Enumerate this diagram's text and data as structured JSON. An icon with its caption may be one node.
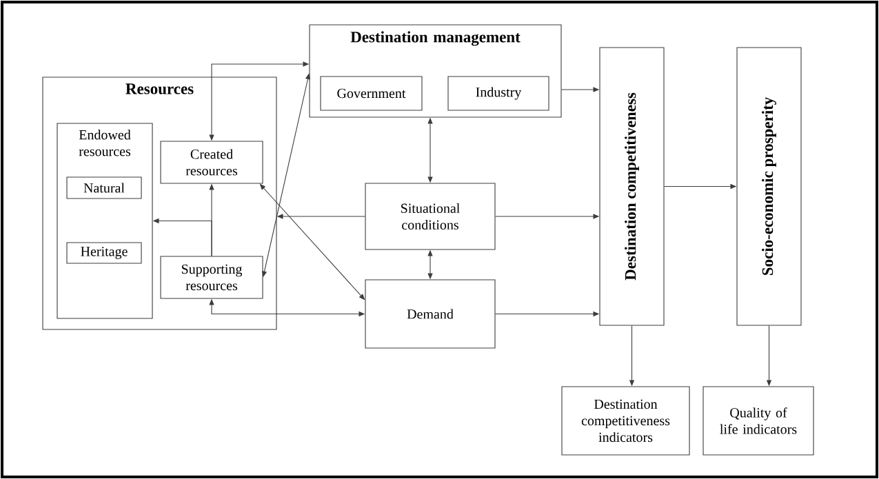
{
  "diagram": {
    "nodes": [
      {
        "text": [
          "Resources"
        ]
      },
      {
        "text": [
          "Endowed resources"
        ],
        "in": 0
      },
      {
        "text": [
          "Natural"
        ],
        "in": 1
      },
      {
        "text": [
          "Heritage"
        ],
        "in": 1
      },
      {
        "text": [
          "Created resources"
        ],
        "in": 0
      },
      {
        "text": [
          "Supporting resources"
        ],
        "in": 0
      },
      {
        "text": [
          "Destination management"
        ]
      },
      {
        "text": [
          "Government"
        ],
        "in": 6
      },
      {
        "text": [
          "Industry"
        ],
        "in": 6
      },
      {
        "text": [
          "Situational conditions"
        ]
      },
      {
        "text": [
          "Demand"
        ]
      },
      {
        "text": [
          "Destination competitiveness"
        ]
      },
      {
        "text": [
          "Socio-economic prosperity"
        ]
      },
      {
        "text": [
          "Destination competitiveness indicators"
        ]
      },
      {
        "text": [
          "Quality of life indicators"
        ]
      }
    ],
    "edges": [
      {
        "from": 4,
        "to": 6,
        "arrow": "both"
      },
      {
        "from": 5,
        "to": 6,
        "arrow": "both"
      },
      {
        "from": 4,
        "to": 10,
        "arrow": "both"
      },
      {
        "from": 5,
        "to": 4,
        "arrow": "to"
      },
      {
        "from": 5,
        "to": 1,
        "arrow": "to"
      },
      {
        "from": 9,
        "to": 0,
        "arrow": "to"
      },
      {
        "from": 5,
        "to": 10,
        "arrow": "both"
      },
      {
        "from": 6,
        "to": 9,
        "arrow": "both"
      },
      {
        "from": 9,
        "to": 10,
        "arrow": "both"
      },
      {
        "from": 6,
        "to": 11,
        "arrow": "to"
      },
      {
        "from": 9,
        "to": 11,
        "arrow": "to"
      },
      {
        "from": 10,
        "to": 11,
        "arrow": "to"
      },
      {
        "from": 11,
        "to": 12,
        "arrow": "to"
      },
      {
        "from": 11,
        "to": 13,
        "arrow": "to"
      },
      {
        "from": 12,
        "to": 14,
        "arrow": "to"
      }
    ]
  }
}
